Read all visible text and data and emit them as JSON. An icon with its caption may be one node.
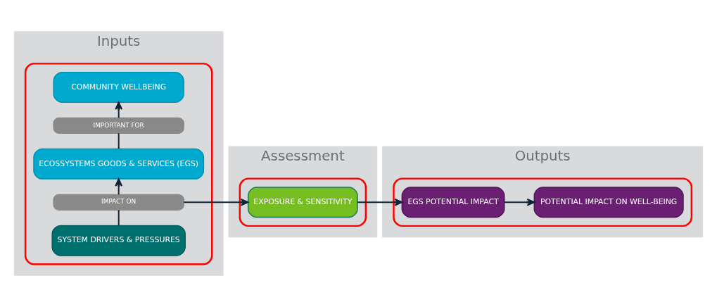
{
  "diagram": {
    "nodes": [
      {
        "text": [
          "Inputs"
        ]
      },
      {
        "text": [],
        "shape": "box",
        "in": 0
      },
      {
        "text": [
          "SYSTEM DRIVERS & PRESSURES"
        ],
        "in": 1
      },
      {
        "text": [
          "IMPACT ON"
        ],
        "in": 1
      },
      {
        "text": [
          "ECOSSYSTEMS GOODS & SERVICES (EGS)"
        ],
        "in": 1
      },
      {
        "text": [
          "IMPORTANT FOR"
        ],
        "in": 1
      },
      {
        "text": [
          "COMMUNITY WELLBEING"
        ],
        "in": 1
      },
      {
        "text": [
          "Assessment"
        ]
      },
      {
        "text": [],
        "shape": "box",
        "in": 7
      },
      {
        "text": [
          "EXPOSURE & SENSITIVITY"
        ],
        "in": 8
      },
      {
        "text": [
          "Outputs"
        ]
      },
      {
        "text": [],
        "shape": "box",
        "in": 10
      },
      {
        "text": [
          "EGS POTENTIAL IMPACT"
        ],
        "in": 11
      },
      {
        "text": [
          "POTENTIAL IMPACT ON WELL-BEING"
        ],
        "in": 11
      }
    ],
    "edges": [
      {
        "from": 2,
        "to": 3,
        "arrow": "none"
      },
      {
        "from": 3,
        "to": 4,
        "arrow": "to"
      },
      {
        "from": 4,
        "to": 5,
        "arrow": "none"
      },
      {
        "from": 5,
        "to": 6,
        "arrow": "to"
      },
      {
        "from": 3,
        "to": 9,
        "arrow": "to"
      },
      {
        "from": 9,
        "to": 12,
        "arrow": "to"
      },
      {
        "from": 12,
        "to": 13,
        "arrow": "to"
      }
    ]
  }
}
